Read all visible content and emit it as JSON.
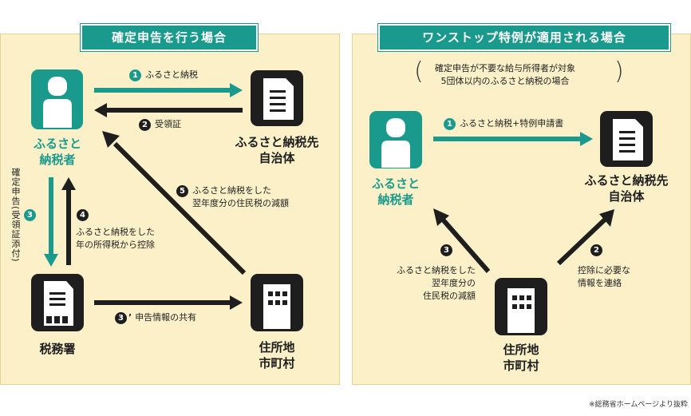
{
  "left_panel": {
    "title": "確定申告を行う場合",
    "taxpayer": {
      "line1": "ふるさと",
      "line2": "納税者"
    },
    "municipality_donee": {
      "line1": "ふるさと納税先",
      "line2": "自治体"
    },
    "tax_office": {
      "label": "税務署"
    },
    "residence": {
      "line1": "住所地",
      "line2": "市町村"
    },
    "steps": {
      "s1": {
        "num": "1",
        "text": "ふるさと納税"
      },
      "s2": {
        "num": "2",
        "text": "受領証"
      },
      "s3": {
        "num": "3",
        "text": "確定申告(受領証添付)"
      },
      "s3p": {
        "num": "3",
        "mark": "’",
        "text": "申告情報の共有"
      },
      "s4": {
        "num": "4",
        "line1": "ふるさと納税をした",
        "line2": "年の所得税から控除"
      },
      "s5": {
        "num": "5",
        "line1": "ふるさと納税をした",
        "line2": "翌年度分の住民税の減額"
      }
    }
  },
  "right_panel": {
    "title": "ワンストップ特例が適用される場合",
    "note": {
      "line1": "確定申告が不要な給与所得者が対象",
      "line2": "5団体以内のふるさと納税の場合"
    },
    "taxpayer": {
      "line1": "ふるさと",
      "line2": "納税者"
    },
    "municipality_donee": {
      "line1": "ふるさと納税先",
      "line2": "自治体"
    },
    "residence": {
      "line1": "住所地",
      "line2": "市町村"
    },
    "steps": {
      "s1": {
        "num": "1",
        "text": "ふるさと納税+特例申請書"
      },
      "s2": {
        "num": "2",
        "line1": "控除に必要な",
        "line2": "情報を連絡"
      },
      "s3": {
        "num": "3",
        "line1": "ふるさと納税をした",
        "line2": "翌年度分の",
        "line3": "住民税の減額"
      }
    }
  },
  "footnote": "※総務省ホームページより抜粋",
  "colors": {
    "teal": "#1a9a8c",
    "dark": "#1e1e1e",
    "panel_bg": "#fbf0c8"
  }
}
